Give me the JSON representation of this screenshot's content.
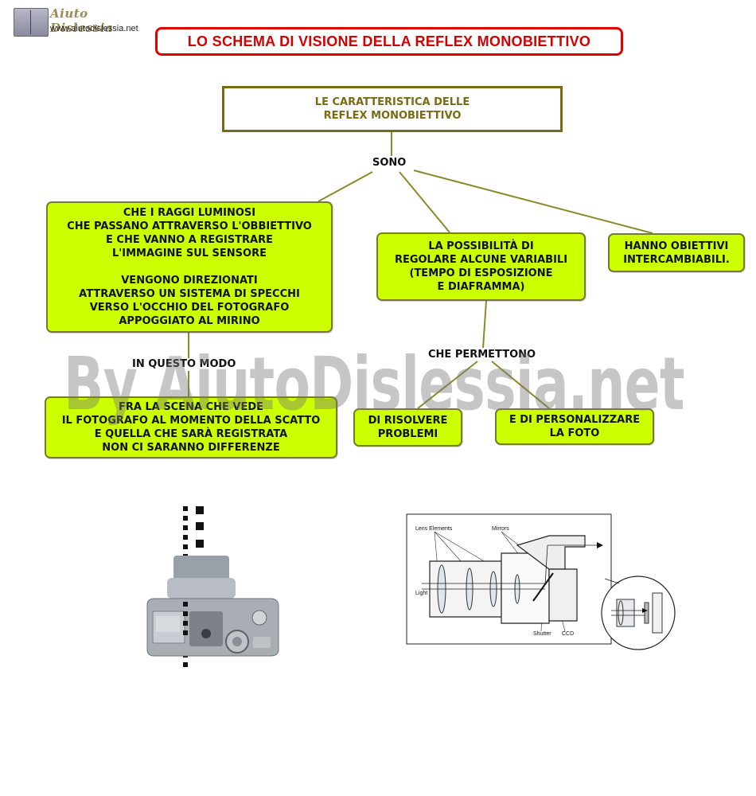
{
  "logo": {
    "brand": "Aiuto Dislessia",
    "url": "www.aiutodislessia.net"
  },
  "title": "LO SCHEMA DI VISIONE DELLA REFLEX MONOBIETTIVO",
  "watermark": "By AiutoDislessia.net",
  "concept_map": {
    "root": "LE CARATTERISTICA DELLE\nREFLEX MONOBIETTIVO",
    "link_sono": "SONO",
    "node_raggi": "CHE I RAGGI LUMINOSI\nCHE PASSANO ATTRAVERSO L'OBBIETTIVO\nE CHE VANNO A REGISTRARE\nL'IMMAGINE SUL SENSORE\n\nVENGONO DIREZIONATI\nATTRAVERSO UN SISTEMA DI SPECCHI\nVERSO L'OCCHIO DEL FOTOGRAFO\nAPPOGGIATO AL MIRINO",
    "node_possibilita": "LA POSSIBILITÀ DI\nREGOLARE ALCUNE VARIABILI\n(TEMPO DI ESPOSIZIONE\nE DIAFRAMMA)",
    "node_obiettivi": "HANNO OBIETTIVI\nINTERCAMBIABILI.",
    "link_modo": "IN QUESTO MODO",
    "node_scena": "FRA LA SCENA CHE VEDE\nIL FOTOGRAFO AL MOMENTO DELLA SCATTO\nE QUELLA CHE SARÀ REGISTRATA\nNON CI SARANNO DIFFERENZE",
    "link_permettono": "CHE PERMETTONO",
    "node_risolvere": "DI RISOLVERE\nPROBLEMI",
    "node_personalizzare": "E DI PERSONALIZZARE\nLA FOTO"
  },
  "figure_diagram": {
    "labels": {
      "lens_elements": "Lens Elements",
      "mirrors": "Mirrors",
      "light": "Light",
      "shutter": "Shutter",
      "ccd": "CCD"
    }
  },
  "colors": {
    "title_red": "#e10000",
    "root_border": "#7a6a12",
    "node_fill": "#ccff00",
    "node_border": "#7a7a2a",
    "connector": "#8a8a2a",
    "watermark": "#808080"
  }
}
